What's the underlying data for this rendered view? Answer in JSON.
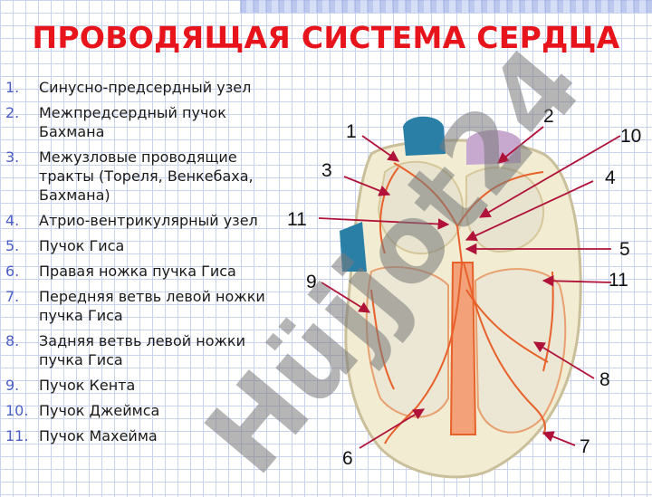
{
  "title": "ПРОВОДЯЩАЯ СИСТЕМА СЕРДЦА",
  "legend": [
    {
      "num": "1.",
      "text": "Синусно-предсердный узел"
    },
    {
      "num": "2.",
      "text": "Межпредсердный пучок Бахмана"
    },
    {
      "num": "3.",
      "text": "Межузловые проводящие тракты (Тореля, Венкебаха, Бахмана)"
    },
    {
      "num": "4.",
      "text": "Атрио-вентрикулярный узел"
    },
    {
      "num": "5.",
      "text": "Пучок Гиса"
    },
    {
      "num": "6.",
      "text": "Правая ножка пучка Гиса"
    },
    {
      "num": "7.",
      "text": "Передняя ветвь левой ножки пучка Гиса"
    },
    {
      "num": "8.",
      "text": "Задняя ветвь левой ножки пучка Гиса"
    },
    {
      "num": "9.",
      "text": "Пучок Кента"
    },
    {
      "num": "10.",
      "text": "Пучок Джеймса"
    },
    {
      "num": "11.",
      "text": "Пучок Махейма"
    }
  ],
  "callouts": [
    "1",
    "2",
    "10",
    "3",
    "4",
    "11",
    "5",
    "9",
    "11",
    "8",
    "7",
    "6"
  ],
  "watermark": "Hüjjot24",
  "colors": {
    "title": "#e8141b",
    "numbers": "#4a5ec4",
    "pathways": "#e8602a"
  }
}
